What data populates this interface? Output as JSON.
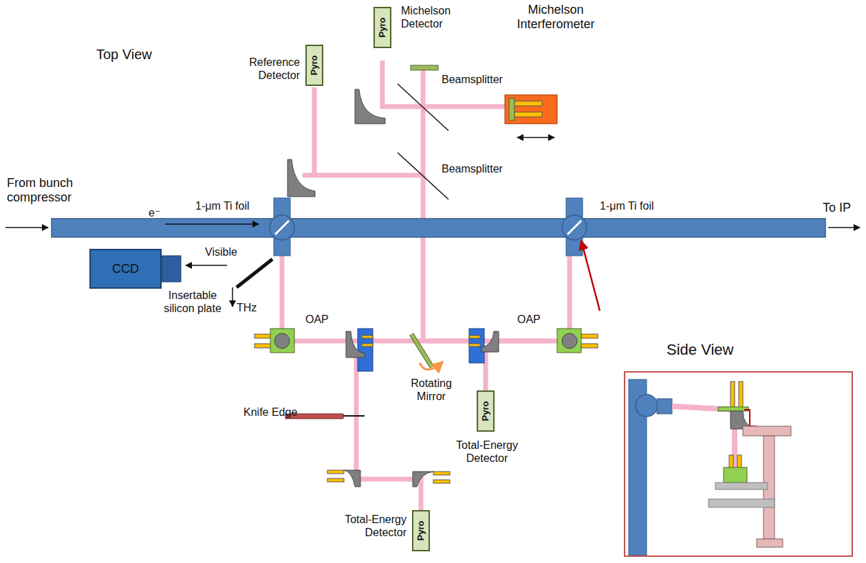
{
  "diagram": {
    "nodes": [
      {
        "text": [
          "Pyro",
          "Reference Detector"
        ]
      },
      {
        "text": [
          "Pyro",
          "Michelson Detector"
        ]
      },
      {
        "text": [
          "CCD"
        ]
      },
      {
        "text": [
          "Pyro",
          "Total-Energy Detector"
        ]
      },
      {
        "text": [
          "Pyro",
          "Total-Energy Detector"
        ]
      },
      {
        "text": [
          "Side View"
        ]
      }
    ],
    "labels": [
      "Top View",
      "Michelson Interferometer",
      "Beamsplitter",
      "Beamsplitter",
      "From bunch compressor",
      "1-μm Ti foil",
      "1-μm Ti foil",
      "To IP",
      "e⁻",
      "Visible",
      "Insertable silicon plate",
      "THz",
      "OAP",
      "OAP",
      "Knife Edge",
      "Rotating Mirror"
    ]
  }
}
